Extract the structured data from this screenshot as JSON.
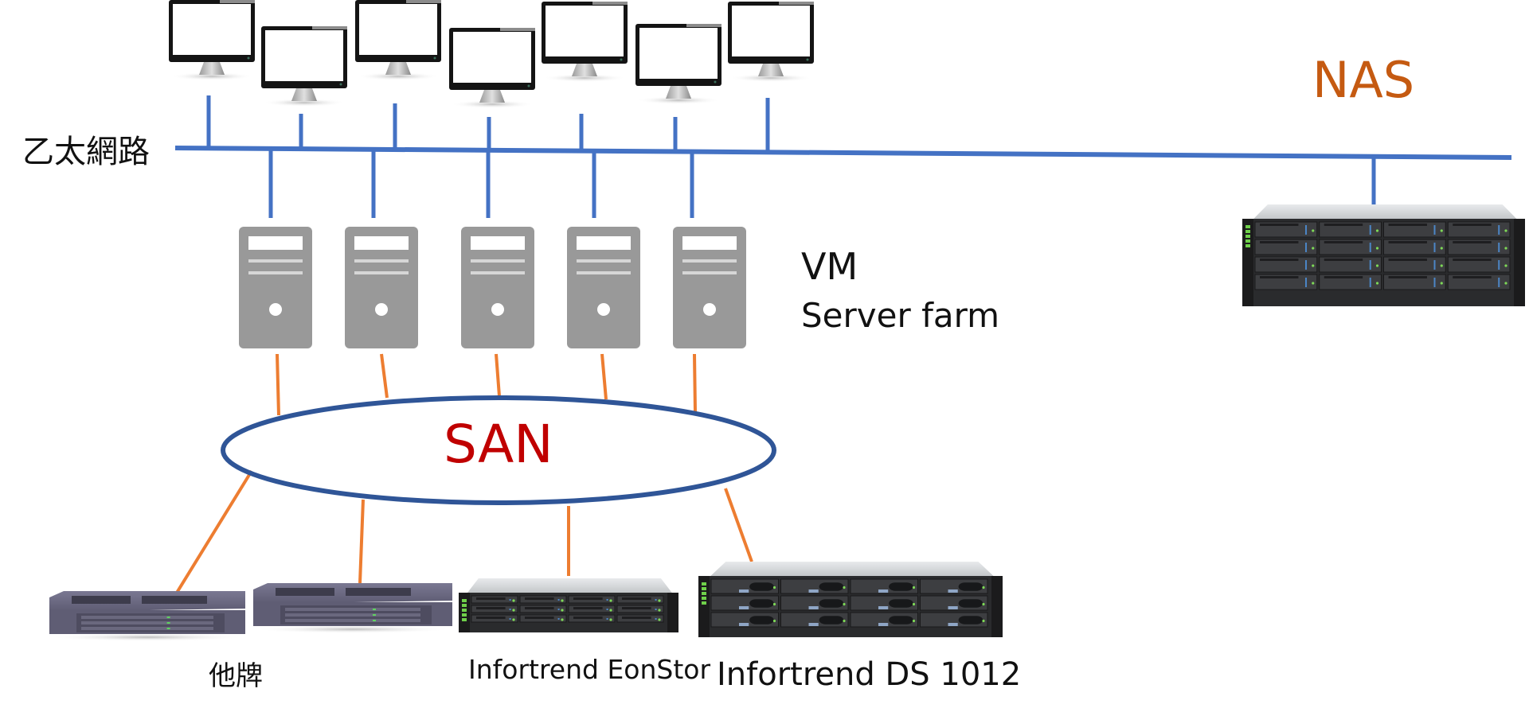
{
  "diagram": {
    "title": "Ethernet / NAS / SAN storage topology",
    "colors": {
      "ethernet": "#4472c4",
      "san_link": "#ed7d31",
      "san_ring": "#2f5597",
      "san_text": "#c00000",
      "nas_text": "#c55a11",
      "label_text": "#111111",
      "server_body": "#999999"
    },
    "labels": {
      "ethernet": "乙太網路",
      "nas": "NAS",
      "vm": "VM",
      "server_farm": "Server farm",
      "san": "SAN",
      "other_brand": "他牌",
      "eonstor": "Infortrend EonStor",
      "ds1012": "Infortrend DS 1012"
    },
    "nodes": {
      "clients": [
        {
          "id": "client-1",
          "type": "monitor-icon"
        },
        {
          "id": "client-2",
          "type": "monitor-icon"
        },
        {
          "id": "client-3",
          "type": "monitor-icon"
        },
        {
          "id": "client-4",
          "type": "monitor-icon"
        },
        {
          "id": "client-5",
          "type": "monitor-icon"
        },
        {
          "id": "client-6",
          "type": "monitor-icon"
        },
        {
          "id": "client-7",
          "type": "monitor-icon"
        }
      ],
      "servers": [
        {
          "id": "server-1",
          "type": "tower-server-icon"
        },
        {
          "id": "server-2",
          "type": "tower-server-icon"
        },
        {
          "id": "server-3",
          "type": "tower-server-icon"
        },
        {
          "id": "server-4",
          "type": "tower-server-icon"
        },
        {
          "id": "server-5",
          "type": "tower-server-icon"
        }
      ],
      "nas": {
        "id": "nas-storage",
        "type": "rack-storage-icon",
        "bays": 16
      },
      "san_storage": [
        {
          "id": "other-brand-1",
          "type": "rack-appliance-icon",
          "group": "other_brand"
        },
        {
          "id": "other-brand-2",
          "type": "rack-appliance-icon",
          "group": "other_brand"
        },
        {
          "id": "eonstor",
          "type": "rack-storage-icon",
          "bays": 12,
          "group": "eonstor"
        },
        {
          "id": "ds1012",
          "type": "rack-storage-icon",
          "bays": 12,
          "group": "ds1012"
        }
      ]
    },
    "edges": [
      {
        "from": "client-1",
        "to": "ethernet",
        "kind": "ethernet"
      },
      {
        "from": "client-2",
        "to": "ethernet",
        "kind": "ethernet"
      },
      {
        "from": "client-3",
        "to": "ethernet",
        "kind": "ethernet"
      },
      {
        "from": "client-4",
        "to": "ethernet",
        "kind": "ethernet"
      },
      {
        "from": "client-5",
        "to": "ethernet",
        "kind": "ethernet"
      },
      {
        "from": "client-6",
        "to": "ethernet",
        "kind": "ethernet"
      },
      {
        "from": "client-7",
        "to": "ethernet",
        "kind": "ethernet"
      },
      {
        "from": "server-1",
        "to": "ethernet",
        "kind": "ethernet"
      },
      {
        "from": "server-2",
        "to": "ethernet",
        "kind": "ethernet"
      },
      {
        "from": "server-3",
        "to": "ethernet",
        "kind": "ethernet"
      },
      {
        "from": "server-4",
        "to": "ethernet",
        "kind": "ethernet"
      },
      {
        "from": "server-5",
        "to": "ethernet",
        "kind": "ethernet"
      },
      {
        "from": "nas-storage",
        "to": "ethernet",
        "kind": "ethernet"
      },
      {
        "from": "server-1",
        "to": "san",
        "kind": "san"
      },
      {
        "from": "server-2",
        "to": "san",
        "kind": "san"
      },
      {
        "from": "server-3",
        "to": "san",
        "kind": "san"
      },
      {
        "from": "server-4",
        "to": "san",
        "kind": "san"
      },
      {
        "from": "server-5",
        "to": "san",
        "kind": "san"
      },
      {
        "from": "san",
        "to": "other-brand-1",
        "kind": "san"
      },
      {
        "from": "san",
        "to": "other-brand-2",
        "kind": "san"
      },
      {
        "from": "san",
        "to": "eonstor",
        "kind": "san"
      },
      {
        "from": "san",
        "to": "ds1012",
        "kind": "san"
      }
    ]
  }
}
